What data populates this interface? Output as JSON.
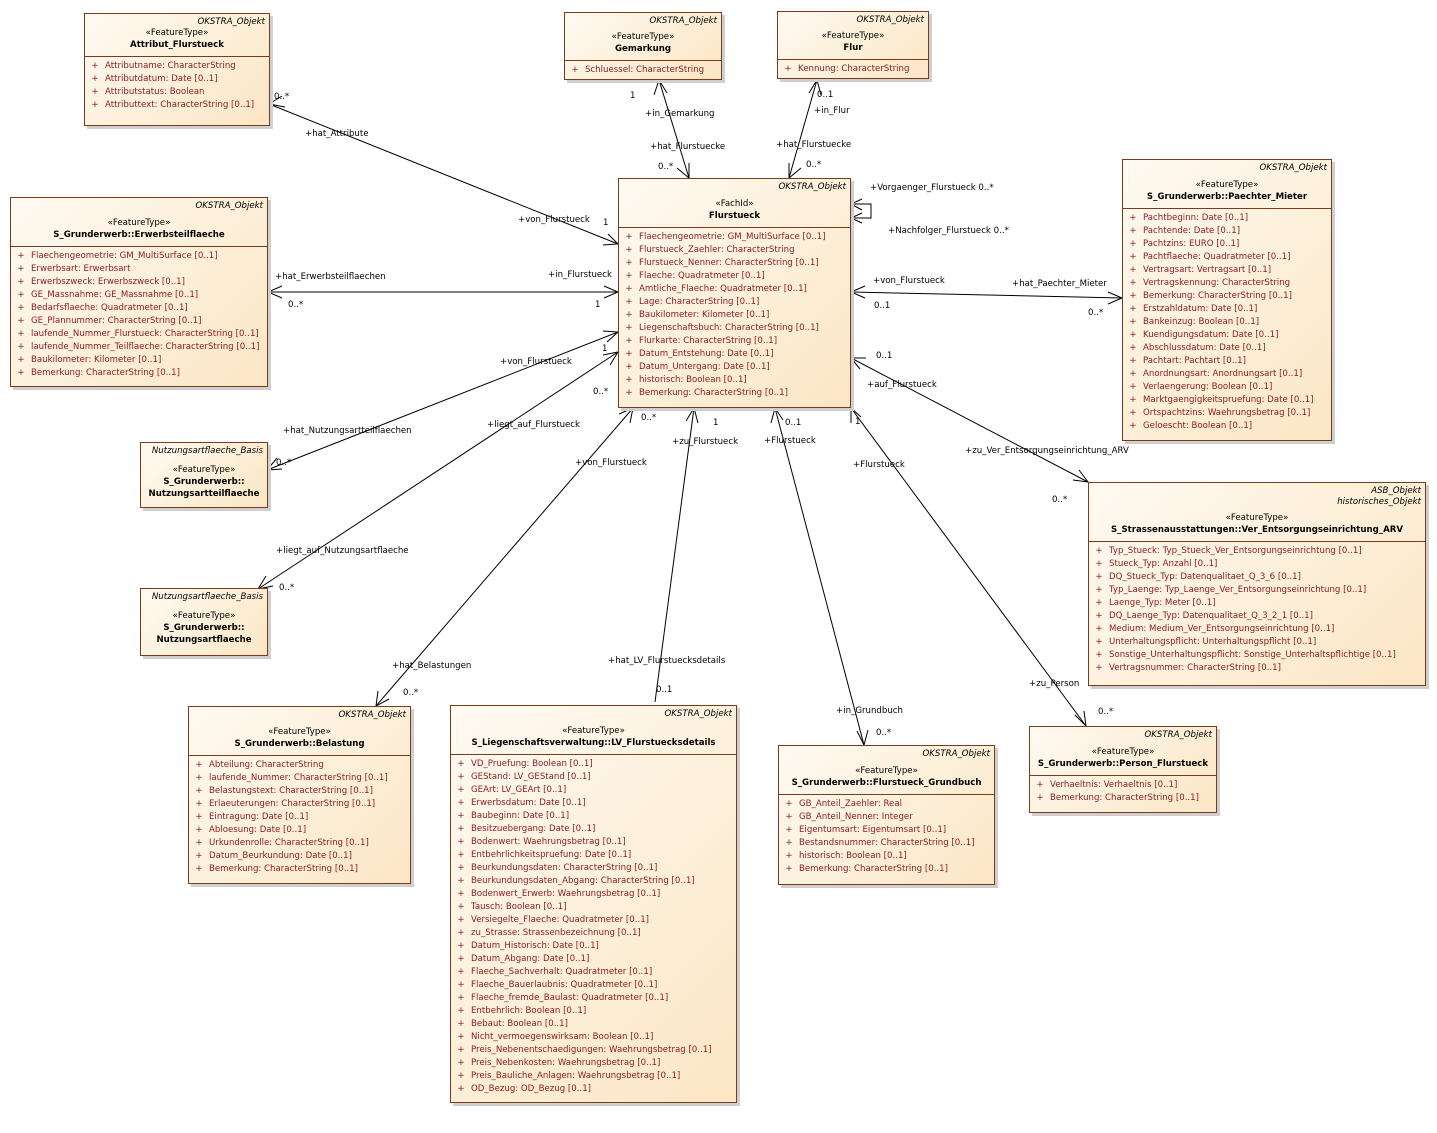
{
  "classes": {
    "attribut": {
      "tag": "OKSTRA_Objekt",
      "stereo": "«FeatureType»",
      "name": "Attribut_Flurstueck",
      "attrs": [
        "Attributname: CharacterString",
        "Attributdatum: Date [0..1]",
        "Attributstatus: Boolean",
        "Attributtext: CharacterString [0..1]"
      ]
    },
    "gemarkung": {
      "tag": "OKSTRA_Objekt",
      "stereo": "«FeatureType»",
      "name": "Gemarkung",
      "attrs": [
        "Schluessel: CharacterString"
      ]
    },
    "flur": {
      "tag": "OKSTRA_Objekt",
      "stereo": "«FeatureType»",
      "name": "Flur",
      "attrs": [
        "Kennung: CharacterString"
      ]
    },
    "erwerb": {
      "tag": "OKSTRA_Objekt",
      "stereo": "«FeatureType»",
      "name": "S_Grunderwerb::Erwerbsteilflaeche",
      "attrs": [
        "Flaechengeometrie: GM_MultiSurface [0..1]",
        "Erwerbsart: Erwerbsart",
        "Erwerbszweck: Erwerbszweck [0..1]",
        "GE_Massnahme: GE_Massnahme [0..1]",
        "Bedarfsflaeche: Quadratmeter [0..1]",
        "GE_Plannummer: CharacterString [0..1]",
        "laufende_Nummer_Flurstueck: CharacterString [0..1]",
        "laufende_Nummer_Teilflaeche: CharacterString [0..1]",
        "Baukilometer: Kilometer [0..1]",
        "Bemerkung: CharacterString [0..1]"
      ]
    },
    "flurstueck": {
      "tag": "OKSTRA_Objekt",
      "stereo": "«FachId»",
      "name": "Flurstueck",
      "attrs": [
        "Flaechengeometrie: GM_MultiSurface [0..1]",
        "Flurstueck_Zaehler: CharacterString",
        "Flurstueck_Nenner: CharacterString [0..1]",
        "Flaeche: Quadratmeter [0..1]",
        "Amtliche_Flaeche: Quadratmeter [0..1]",
        "Lage: CharacterString [0..1]",
        "Baukilometer: Kilometer [0..1]",
        "Liegenschaftsbuch: CharacterString [0..1]",
        "Flurkarte: CharacterString [0..1]",
        "Datum_Entstehung: Date [0..1]",
        "Datum_Untergang: Date [0..1]",
        "historisch: Boolean [0..1]",
        "Bemerkung: CharacterString [0..1]"
      ]
    },
    "paechter": {
      "tag": "OKSTRA_Objekt",
      "stereo": "«FeatureType»",
      "name": "S_Grunderwerb::Paechter_Mieter",
      "attrs": [
        "Pachtbeginn: Date [0..1]",
        "Pachtende: Date [0..1]",
        "Pachtzins: EURO [0..1]",
        "Pachtflaeche: Quadratmeter [0..1]",
        "Vertragsart: Vertragsart [0..1]",
        "Vertragskennung: CharacterString",
        "Bemerkung: CharacterString [0..1]",
        "Erstzahldatum: Date [0..1]",
        "Bankeinzug: Boolean [0..1]",
        "Kuendigungsdatum: Date [0..1]",
        "Abschlussdatum: Date [0..1]",
        "Pachtart: Pachtart [0..1]",
        "Anordnungsart: Anordnungsart [0..1]",
        "Verlaengerung: Boolean [0..1]",
        "Marktgaengigkeitspruefung: Date [0..1]",
        "Ortspachtzins: Waehrungsbetrag [0..1]",
        "Geloescht: Boolean [0..1]"
      ]
    },
    "nutzteil": {
      "tag": "Nutzungsartflaeche_Basis",
      "stereo": "«FeatureType»",
      "name": "S_Grunderwerb::",
      "name2": "Nutzungsartteilflaeche",
      "attrs": []
    },
    "nutzart": {
      "tag": "Nutzungsartflaeche_Basis",
      "stereo": "«FeatureType»",
      "name": "S_Grunderwerb::",
      "name2": "Nutzungsartflaeche",
      "attrs": []
    },
    "ver": {
      "tag": "ASB_Objekt",
      "tag2": "historisches_Objekt",
      "stereo": "«FeatureType»",
      "name": "S_Strassenausstattungen::Ver_Entsorgungseinrichtung_ARV",
      "attrs": [
        "Typ_Stueck: Typ_Stueck_Ver_Entsorgungseinrichtung [0..1]",
        "Stueck_Typ: Anzahl [0..1]",
        "DQ_Stueck_Typ: Datenqualitaet_Q_3_6 [0..1]",
        "Typ_Laenge: Typ_Laenge_Ver_Entsorgungseinrichtung [0..1]",
        "Laenge_Typ: Meter [0..1]",
        "DQ_Laenge_Typ: Datenqualitaet_Q_3_2_1 [0..1]",
        "Medium: Medium_Ver_Entsorgungseinrichtung [0..1]",
        "Unterhaltungspflicht: Unterhaltungspflicht [0..1]",
        "Sonstige_Unterhaltungspflicht: Sonstige_Unterhaltspflichtige [0..1]",
        "Vertragsnummer: CharacterString [0..1]"
      ]
    },
    "belastung": {
      "tag": "OKSTRA_Objekt",
      "stereo": "«FeatureType»",
      "name": "S_Grunderwerb::Belastung",
      "attrs": [
        "Abteilung: CharacterString",
        "laufende_Nummer: CharacterString [0..1]",
        "Belastungstext: CharacterString [0..1]",
        "Erlaeuterungen: CharacterString [0..1]",
        "Eintragung: Date [0..1]",
        "Abloesung: Date [0..1]",
        "Urkundenrolle: CharacterString [0..1]",
        "Datum_Beurkundung: Date [0..1]",
        "Bemerkung: CharacterString [0..1]"
      ]
    },
    "lv": {
      "tag": "OKSTRA_Objekt",
      "stereo": "«FeatureType»",
      "name": "S_Liegenschaftsverwaltung::LV_Flurstuecksdetails",
      "attrs": [
        "VD_Pruefung: Boolean [0..1]",
        "GEStand: LV_GEStand [0..1]",
        "GEArt: LV_GEArt [0..1]",
        "Erwerbsdatum: Date [0..1]",
        "Baubeginn: Date [0..1]",
        "Besitzuebergang: Date [0..1]",
        "Bodenwert: Waehrungsbetrag [0..1]",
        "Entbehrlichkeitspruefung: Date [0..1]",
        "Beurkundungsdaten: CharacterString [0..1]",
        "Beurkundungsdaten_Abgang: CharacterString [0..1]",
        "Bodenwert_Erwerb: Waehrungsbetrag [0..1]",
        "Tausch: Boolean [0..1]",
        "Versiegelte_Flaeche: Quadratmeter [0..1]",
        "zu_Strasse: Strassenbezeichnung [0..1]",
        "Datum_Historisch: Date [0..1]",
        "Datum_Abgang: Date [0..1]",
        "Flaeche_Sachverhalt: Quadratmeter [0..1]",
        "Flaeche_Bauerlaubnis: Quadratmeter [0..1]",
        "Flaeche_fremde_Baulast: Quadratmeter [0..1]",
        "Entbehrlich: Boolean [0..1]",
        "Bebaut: Boolean [0..1]",
        "Nicht_vermoegenswirksam: Boolean [0..1]",
        "Preis_Nebenentschaedigungen: Waehrungsbetrag [0..1]",
        "Preis_Nebenkosten: Waehrungsbetrag [0..1]",
        "Preis_Bauliche_Anlagen: Waehrungsbetrag [0..1]",
        "OD_Bezug: OD_Bezug [0..1]"
      ]
    },
    "grundbuch": {
      "tag": "OKSTRA_Objekt",
      "stereo": "«FeatureType»",
      "name": "S_Grunderwerb::Flurstueck_Grundbuch",
      "attrs": [
        "GB_Anteil_Zaehler: Real",
        "GB_Anteil_Nenner: Integer",
        "Eigentumsart: Eigentumsart [0..1]",
        "Bestandsnummer: CharacterString [0..1]",
        "historisch: Boolean [0..1]",
        "Bemerkung: CharacterString [0..1]"
      ]
    },
    "person": {
      "tag": "OKSTRA_Objekt",
      "stereo": "«FeatureType»",
      "name": "S_Grunderwerb::Person_Flurstueck",
      "attrs": [
        "Verhaeltnis: Verhaeltnis [0..1]",
        "Bemerkung: CharacterString [0..1]"
      ]
    }
  },
  "labels": {
    "hat_attribute": "+hat_Attribute",
    "attr_mult": "0..*",
    "von_flurstueck_1": "+von_Flurstueck",
    "von_flurstueck_1_mult": "1",
    "in_gemarkung": "+in_Gemarkung",
    "gemarkung_mult": "1",
    "hat_flurstuecke_1": "+hat_Flurstuecke",
    "hat_flurstuecke_1_mult": "0..*",
    "in_flur": "+in_Flur",
    "flur_mult": "0..1",
    "hat_flurstuecke_2": "+hat_Flurstuecke",
    "hat_flurstuecke_2_mult": "0..*",
    "vorgaenger": "+Vorgaenger_Flurstueck 0..*",
    "nachfolger": "+Nachfolger_Flurstueck 0..*",
    "hat_erwerb": "+hat_Erwerbsteilflaechen",
    "erwerb_mult": "0..*",
    "in_flurstueck": "+in_Flurstueck",
    "in_flurstueck_mult": "1",
    "von_flurstueck_2": "+von_Flurstueck",
    "von_flurstueck_2_mult": "0..1",
    "hat_paechter": "+hat_Paechter_Mieter",
    "paechter_mult": "0..*",
    "von_flurstueck_3": "+von_Flurstueck",
    "von_flurstueck_3_mult": "1",
    "hat_nutzteil": "+hat_Nutzungsartteilflaechen",
    "nutzteil_mult": "0..*",
    "liegt_auf_flurstueck": "+liegt_auf_Flurstueck",
    "liegt_auf_flurstueck_mult": "0..*",
    "liegt_auf_nutz": "+liegt_auf_Nutzungsartflaeche",
    "nutz_mult": "0..*",
    "von_flurstueck_4": "+von_Flurstueck",
    "von_flurstueck_4_mult": "0..*",
    "hat_belastungen": "+hat_Belastungen",
    "belastung_mult": "0..*",
    "zu_flurstueck": "+zu_Flurstueck",
    "zu_flurstueck_mult": "1",
    "hat_lv": "+hat_LV_Flurstuecksdetails",
    "lv_mult": "0..1",
    "flurstueck_gb": "+Flurstueck",
    "flurstueck_gb_mult": "0..1",
    "in_grundbuch": "+in_Grundbuch",
    "grundbuch_mult": "0..*",
    "flurstueck_p": "+Flurstueck",
    "flurstueck_p_mult": "1",
    "zu_person": "+zu_Person",
    "person_mult": "0..*",
    "auf_flurstueck": "+auf_Flurstueck",
    "auf_flurstueck_mult": "0..1",
    "zu_ver": "+zu_Ver_Entsorgungseinrichtung_ARV",
    "ver_mult": "0..*"
  }
}
